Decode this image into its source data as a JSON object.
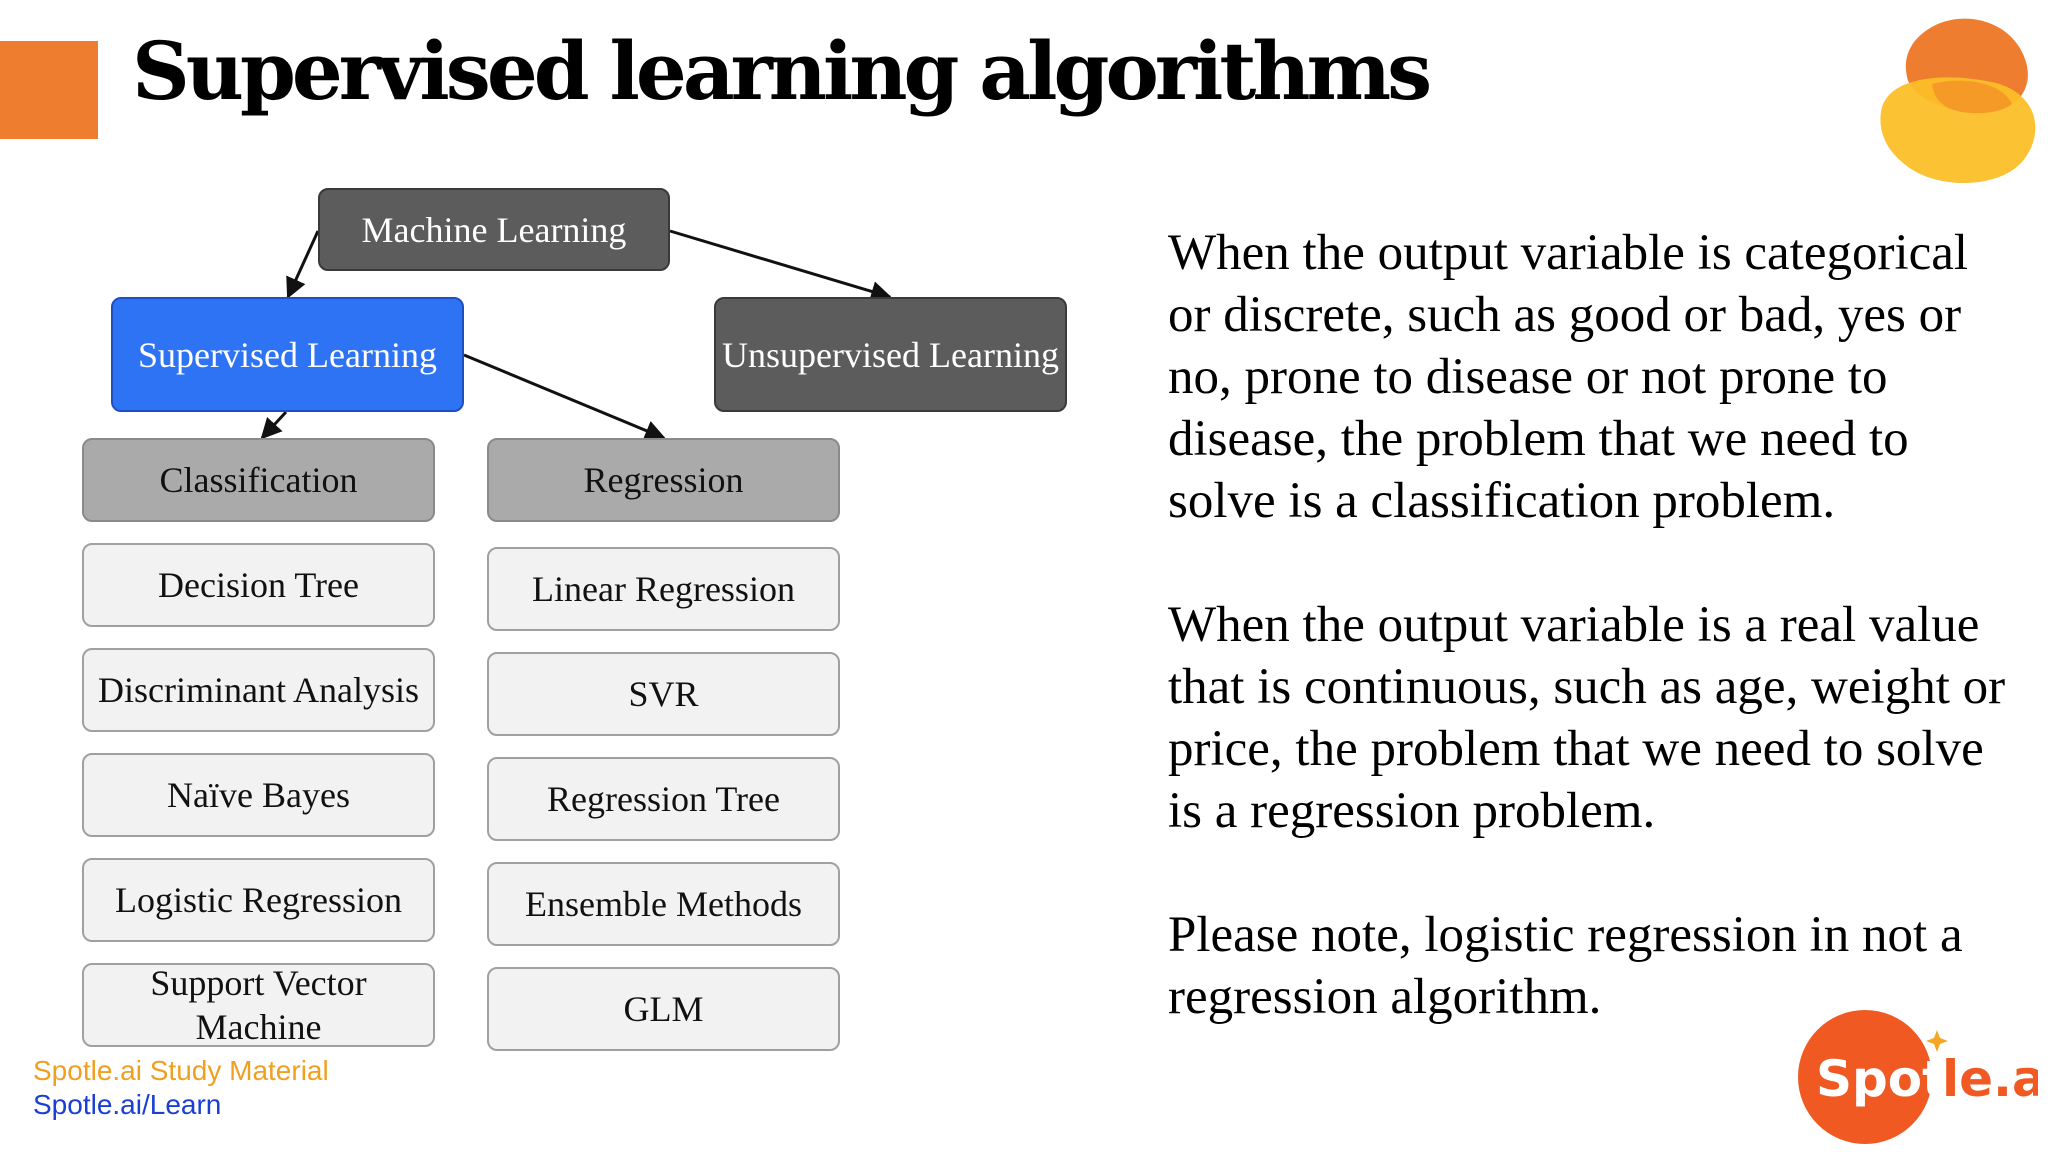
{
  "title": "Supervised learning algorithms",
  "diagram": {
    "root": "Machine Learning",
    "supervised": "Supervised Learning",
    "unsupervised": "Unsupervised Learning",
    "classification": {
      "label": "Classification",
      "items": [
        "Decision Tree",
        "Discriminant Analysis",
        "Naïve Bayes",
        "Logistic Regression",
        "Support Vector Machine"
      ]
    },
    "regression": {
      "label": "Regression",
      "items": [
        "Linear Regression",
        "SVR",
        "Regression Tree",
        "Ensemble Methods",
        "GLM"
      ]
    }
  },
  "description": {
    "paragraphs": [
      "When the output variable is categorical or discrete, such as good or bad, yes or no, prone to disease or not prone to disease, the problem that we need to solve is a classification problem.",
      "When the output variable is a real value that is continuous, such as age, weight or price, the problem that we need to solve is a regression problem.",
      "Please note, logistic regression in not a regression algorithm."
    ]
  },
  "footer": {
    "line1": "Spotle.ai Study Material",
    "line2": "Spotle.ai/Learn"
  },
  "logo": {
    "text_left": "Spot",
    "text_right": "le.ai"
  },
  "colors": {
    "accent": "#ef7d30",
    "supervised": "#2f73f5",
    "dark_node": "#5c5c5c",
    "category_node": "#aaaaaa",
    "leaf_node": "#f2f2f2",
    "logo_circle": "#f05a22",
    "footer_orange": "#f0a020",
    "footer_blue": "#1a3fd6"
  }
}
